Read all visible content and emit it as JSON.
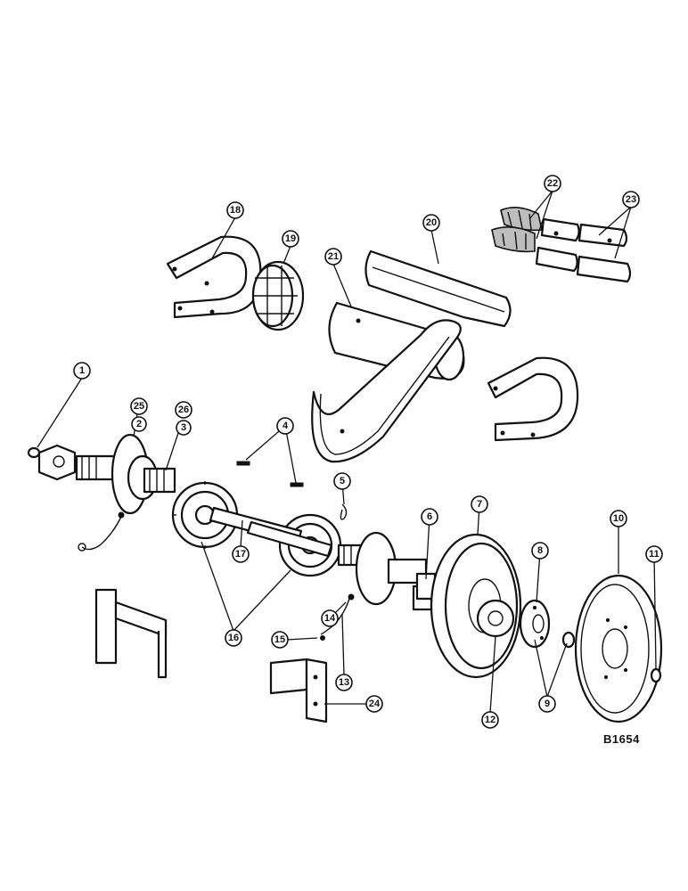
{
  "figure_id": "B1654",
  "callouts": [
    {
      "label": "1"
    },
    {
      "label": "25"
    },
    {
      "label": "2"
    },
    {
      "label": "26"
    },
    {
      "label": "3"
    },
    {
      "label": "4"
    },
    {
      "label": "5"
    },
    {
      "label": "6"
    },
    {
      "label": "7"
    },
    {
      "label": "8"
    },
    {
      "label": "10"
    },
    {
      "label": "11"
    },
    {
      "label": "9"
    },
    {
      "label": "12"
    },
    {
      "label": "13"
    },
    {
      "label": "14"
    },
    {
      "label": "15"
    },
    {
      "label": "16"
    },
    {
      "label": "17"
    },
    {
      "label": "18"
    },
    {
      "label": "19"
    },
    {
      "label": "20"
    },
    {
      "label": "21"
    },
    {
      "label": "22"
    },
    {
      "label": "23"
    },
    {
      "label": "24"
    }
  ]
}
